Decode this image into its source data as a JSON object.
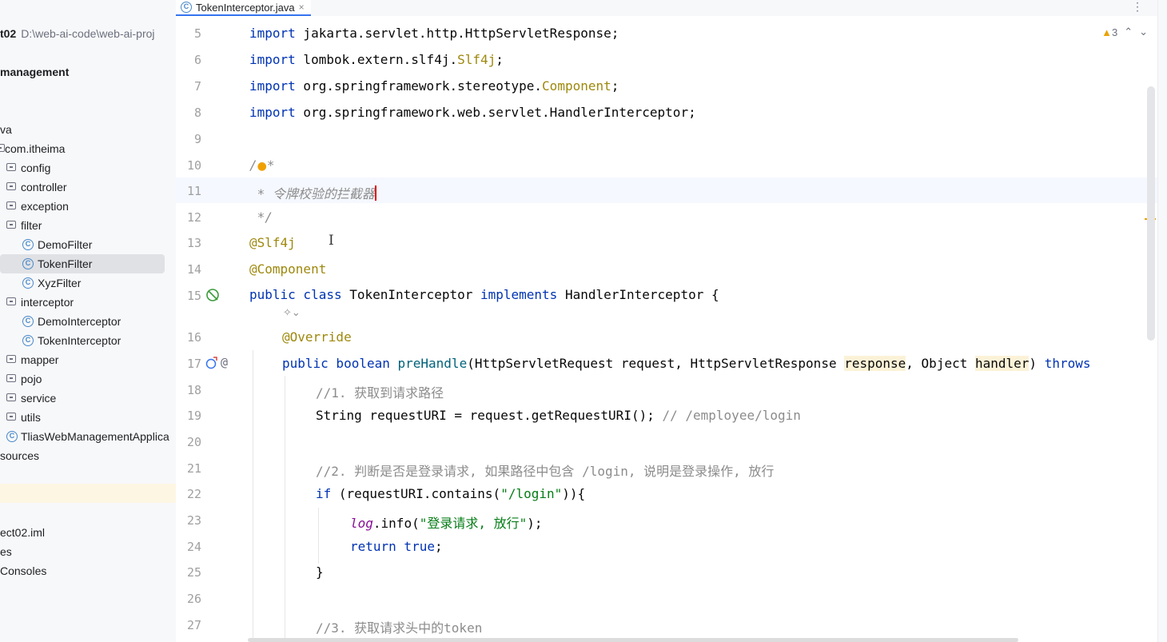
{
  "project_tree": {
    "project_name": "t02",
    "project_path": "D:\\web-ai-code\\web-ai-proj",
    "items": [
      {
        "label": "management",
        "type": "module"
      },
      {
        "label": "va",
        "type": "text"
      },
      {
        "label": "com.itheima",
        "type": "package"
      },
      {
        "label": "config",
        "type": "folder"
      },
      {
        "label": "controller",
        "type": "folder"
      },
      {
        "label": "exception",
        "type": "folder"
      },
      {
        "label": "filter",
        "type": "folder"
      },
      {
        "label": "DemoFilter",
        "type": "class"
      },
      {
        "label": "TokenFilter",
        "type": "class"
      },
      {
        "label": "XyzFilter",
        "type": "class"
      },
      {
        "label": "interceptor",
        "type": "folder"
      },
      {
        "label": "DemoInterceptor",
        "type": "class"
      },
      {
        "label": "TokenInterceptor",
        "type": "class"
      },
      {
        "label": "mapper",
        "type": "folder"
      },
      {
        "label": "pojo",
        "type": "folder"
      },
      {
        "label": "service",
        "type": "folder"
      },
      {
        "label": "utils",
        "type": "folder"
      },
      {
        "label": "TliasWebManagementApplica",
        "type": "class"
      },
      {
        "label": "sources",
        "type": "text"
      },
      {
        "label": "ect02.iml",
        "type": "text"
      },
      {
        "label": "es",
        "type": "text"
      },
      {
        "label": "Consoles",
        "type": "text"
      }
    ]
  },
  "editor_tab": {
    "filename": "TokenInterceptor.java",
    "close": "×"
  },
  "inspections": {
    "warning_count": "3",
    "warning_icon": "warning-triangle-icon"
  },
  "code": {
    "line_numbers": [
      "5",
      "6",
      "7",
      "8",
      "9",
      "10",
      "11",
      "12",
      "13",
      "14",
      "15",
      "16",
      "17",
      "18",
      "19",
      "20",
      "21",
      "22",
      "23",
      "24",
      "25",
      "26",
      "27"
    ],
    "lines": {
      "l5_kw": "import",
      "l5_rest": " jakarta.servlet.http.HttpServletResponse;",
      "l6_kw": "import",
      "l6_mid": " lombok.extern.slf4j.",
      "l6_ann": "Slf4j",
      "l6_end": ";",
      "l7_kw": "import",
      "l7_mid": " org.springframework.stereotype.",
      "l7_ann": "Component",
      "l7_end": ";",
      "l8_kw": "import",
      "l8_rest": " org.springframework.web.servlet.HandlerInterceptor;",
      "l10_a": "/",
      "l10_b": "*",
      "l11": " * 令牌校验的拦截器",
      "l12": " */",
      "l13": "@Slf4j",
      "l14": "@Component",
      "l15_kw1": "public class",
      "l15_name": " TokenInterceptor ",
      "l15_kw2": "implements",
      "l15_rest": " HandlerInterceptor {",
      "l16": "@Override",
      "l17_kw": "public boolean",
      "l17_fn": "preHandle",
      "l17_a": "(HttpServletRequest request, HttpServletResponse ",
      "l17_p1": "response",
      "l17_b": ", Object ",
      "l17_p2": "handler",
      "l17_c": ") ",
      "l17_kw2": "throws",
      "l18": "//1. 获取到请求路径",
      "l19_code": "String requestURI = request.getRequestURI(); ",
      "l19_cmt": "// /employee/login",
      "l21": "//2. 判断是否是登录请求, 如果路径中包含 /login, 说明是登录操作, 放行",
      "l22_kw": "if",
      "l22_a": " (requestURI.contains(",
      "l22_str": "\"/login\"",
      "l22_b": ")){",
      "l23_log": "log",
      "l23_a": ".info(",
      "l23_str": "\"登录请求, 放行\"",
      "l23_b": ");",
      "l24_kw": "return true",
      "l24_b": ";",
      "l25": "}",
      "l27": "//3. 获取请求头中的token"
    }
  },
  "colors": {
    "keyword": "#0033b3",
    "annotation": "#9e880d",
    "comment": "#8c8c8c",
    "string": "#067d17",
    "method": "#00627a",
    "accent": "#3574f0"
  }
}
